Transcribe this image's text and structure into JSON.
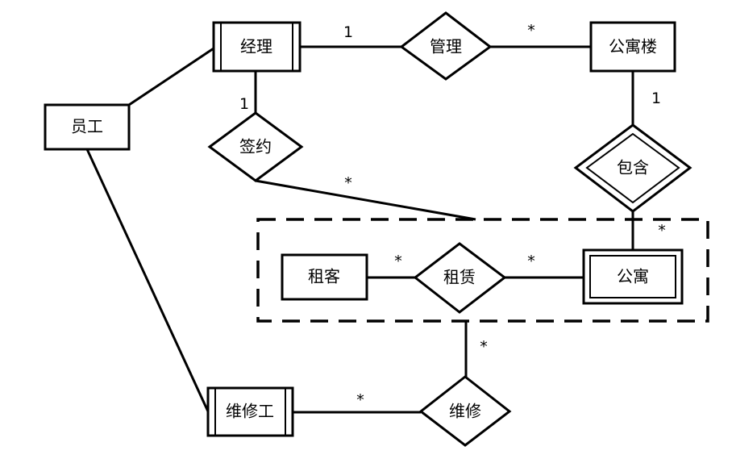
{
  "entities": {
    "employee": "员工",
    "manager": "经理",
    "building": "公寓楼",
    "tenant": "租客",
    "apartment": "公寓",
    "repairman": "维修工"
  },
  "relationships": {
    "manage": "管理",
    "sign": "签约",
    "contain": "包含",
    "lease": "租赁",
    "repair": "维修"
  },
  "cardinalities": {
    "manager_manage": "1",
    "manage_building": "*",
    "manager_sign": "1",
    "sign_aggregate": "*",
    "building_contain": "1",
    "contain_apartment": "*",
    "tenant_lease": "*",
    "lease_apartment": "*",
    "aggregate_repair": "*",
    "repairman_repair": "*"
  }
}
